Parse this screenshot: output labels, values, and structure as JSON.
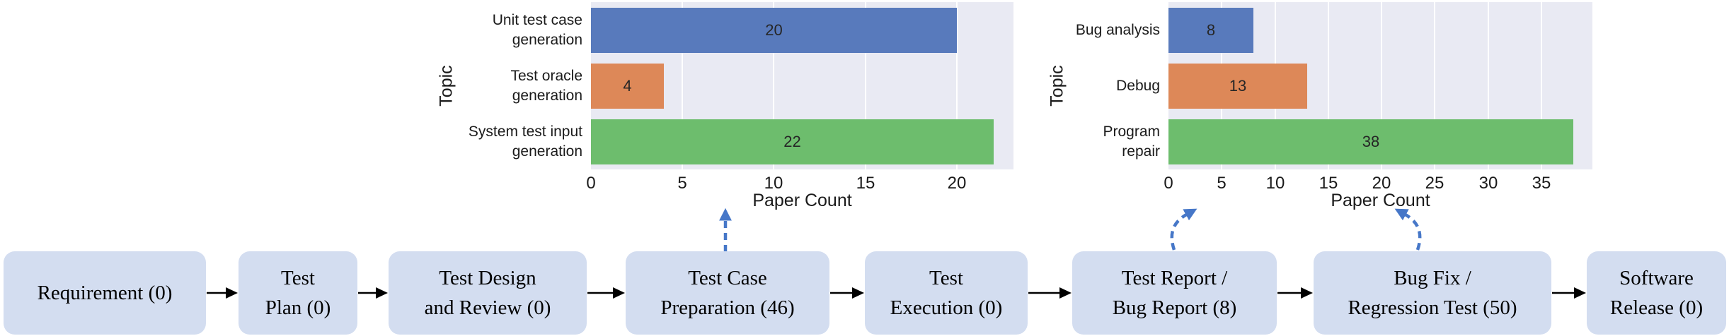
{
  "figure": {
    "description_labels": {
      "paper_count": "Paper Count",
      "topic": "Topic"
    }
  },
  "chart_data": [
    {
      "type": "bar",
      "orientation": "horizontal",
      "categories": [
        "Unit test case generation",
        "Test oracle generation",
        "System test input generation"
      ],
      "category_lines": [
        [
          "Unit test case",
          "generation"
        ],
        [
          "Test oracle",
          "generation"
        ],
        [
          "System test input",
          "generation"
        ]
      ],
      "values": [
        20,
        4,
        22
      ],
      "bar_colors": [
        "#587abc",
        "#dd8858",
        "#6dbd6d"
      ],
      "xlabel": "Paper Count",
      "ylabel": "Topic",
      "xticks": [
        0,
        5,
        10,
        15,
        20
      ],
      "xlim": [
        0,
        23.1
      ],
      "grid": true,
      "plot_bg": "#e9eaf3",
      "title": ""
    },
    {
      "type": "bar",
      "orientation": "horizontal",
      "categories": [
        "Bug analysis",
        "Debug",
        "Program repair"
      ],
      "category_lines": [
        [
          "Bug analysis"
        ],
        [
          "Debug"
        ],
        [
          "Program",
          "repair"
        ]
      ],
      "values": [
        8,
        13,
        38
      ],
      "bar_colors": [
        "#587abc",
        "#dd8858",
        "#6dbd6d"
      ],
      "xlabel": "Paper Count",
      "ylabel": "Topic",
      "xticks": [
        0,
        5,
        10,
        15,
        20,
        25,
        30,
        35
      ],
      "xlim": [
        0,
        39.8
      ],
      "grid": true,
      "plot_bg": "#e9eaf3",
      "title": ""
    }
  ],
  "flow": {
    "box_fill": "#d3ddf0",
    "arrow_color": "#000000",
    "stages": [
      {
        "label_lines": [
          "Requirement (0)"
        ],
        "count": 0
      },
      {
        "label_lines": [
          "Test",
          "Plan (0)"
        ],
        "count": 0
      },
      {
        "label_lines": [
          "Test Design",
          "and Review (0)"
        ],
        "count": 0
      },
      {
        "label_lines": [
          "Test Case",
          "Preparation (46)"
        ],
        "count": 46
      },
      {
        "label_lines": [
          "Test",
          "Execution (0)"
        ],
        "count": 0
      },
      {
        "label_lines": [
          "Test Report /",
          "Bug Report (8)"
        ],
        "count": 8
      },
      {
        "label_lines": [
          "Bug Fix /",
          "Regression Test (50)"
        ],
        "count": 50
      },
      {
        "label_lines": [
          "Software",
          "Release (0)"
        ],
        "count": 0
      }
    ]
  },
  "annotations": {
    "dashed_arrow_color": "#4677c8",
    "links": [
      {
        "from": "Test Case Preparation (46)",
        "to": "left chart"
      },
      {
        "from": "Test Report / Bug Report (8)",
        "to": "right chart"
      },
      {
        "from": "Bug Fix / Regression Test (50)",
        "to": "right chart"
      }
    ]
  }
}
